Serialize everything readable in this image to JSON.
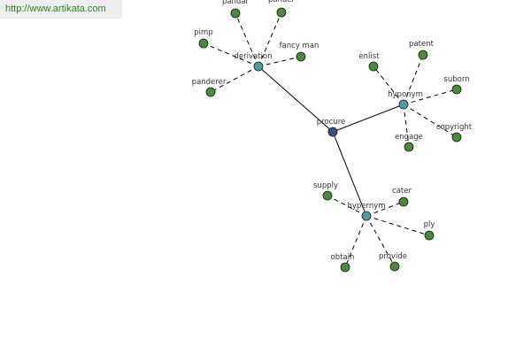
{
  "watermark": "http://www.artikata.com",
  "colors": {
    "center": "#3a4d8f",
    "hub": "#4f9ba6",
    "leaf": "#4a8a3c"
  },
  "graph": {
    "center": "procure",
    "hubs": [
      {
        "name": "derivation",
        "leaves": [
          "pandar",
          "pander",
          "pimp",
          "fancy man",
          "panderer"
        ]
      },
      {
        "name": "hyponym",
        "leaves": [
          "enlist",
          "patent",
          "suborn",
          "copyright",
          "engage"
        ]
      },
      {
        "name": "hypernym",
        "leaves": [
          "supply",
          "cater",
          "ply",
          "obtain",
          "provide"
        ]
      }
    ]
  }
}
